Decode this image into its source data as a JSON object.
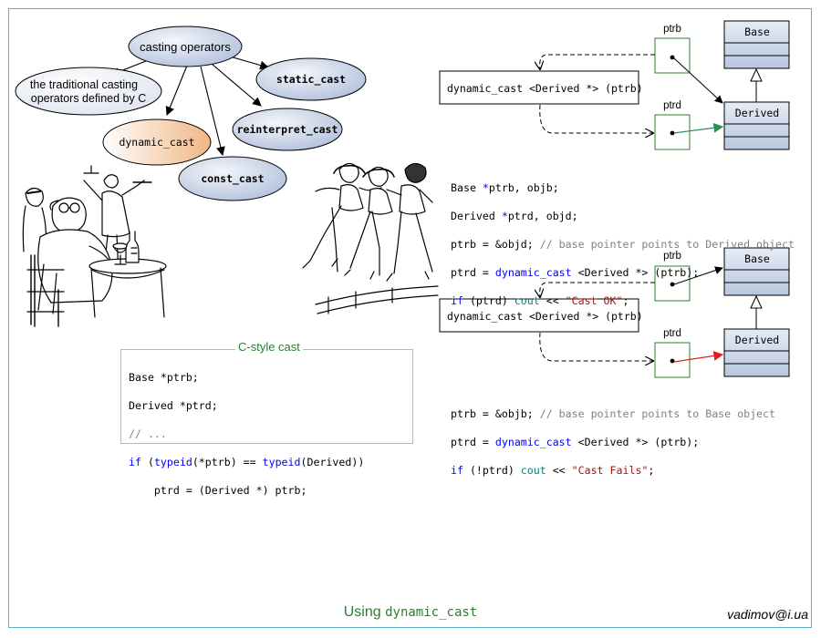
{
  "mindmap": {
    "root": "casting operators",
    "traditional": [
      "the traditional casting",
      "operators defined by C"
    ],
    "static_cast": "static_cast",
    "reinterpret_cast": "reinterpret_cast",
    "dynamic_cast": "dynamic_cast",
    "const_cast": "const_cast"
  },
  "top_diagram": {
    "cast_box": "dynamic_cast <Derived *> (ptrb)",
    "ptrb_label": "ptrb",
    "ptrd_label": "ptrd",
    "base_label": "Base",
    "derived_label": "Derived"
  },
  "top_code": {
    "line1_a": "Base ",
    "line1_b": "*",
    "line1_c": "ptrb, objb;",
    "line2_a": "Derived ",
    "line2_b": "*",
    "line2_c": "ptrd, objd;",
    "line3_a": "ptrb = &objd; ",
    "line3_comment": "// base pointer points to Derived object",
    "line4_a": "ptrd = ",
    "line4_kw": "dynamic_cast",
    "line4_b": " <Derived *> (ptrb);",
    "line5_kw": "if",
    "line5_a": " (ptrd) ",
    "line5_cout": "cout",
    "line5_b": " << ",
    "line5_str": "\"Cast OK\"",
    "line5_c": ";"
  },
  "bottom_diagram": {
    "cast_box": "dynamic_cast <Derived *> (ptrb)",
    "ptrb_label": "ptrb",
    "ptrd_label": "ptrd",
    "base_label": "Base",
    "derived_label": "Derived"
  },
  "bottom_code": {
    "line1_a": "ptrb = &objb; ",
    "line1_comment": "// base pointer points to Base object",
    "line2_a": "ptrd = ",
    "line2_kw": "dynamic_cast",
    "line2_b": " <Derived *> (ptrb);",
    "line3_kw": "if",
    "line3_a": " (!ptrd) ",
    "line3_cout": "cout",
    "line3_b": " << ",
    "line3_str": "\"Cast Fails\"",
    "line3_c": ";"
  },
  "cstyle": {
    "title": "C-style cast",
    "line1": "Base *ptrb;",
    "line2": "Derived *ptrd;",
    "line3": "// ...",
    "line4_kw": "if",
    "line4_a": " (",
    "line4_fn1": "typeid",
    "line4_b": "(*ptrb) == ",
    "line4_fn2": "typeid",
    "line4_c": "(Derived))",
    "line5": "    ptrd = (Derived *) ptrb;"
  },
  "caption": {
    "prefix": "Using ",
    "code": "dynamic_cast"
  },
  "author": "vadimov@i.ua",
  "colors": {
    "node_fill_light": "#eef2fa",
    "node_fill_dark": "#b5c4de",
    "highlight_fill": "#f0b98a",
    "uml_fill_top": "#dfe6f2",
    "uml_fill_bottom": "#b9c8e0",
    "pointer_box": "#2e7d32",
    "ok_arrow": "#2e8b57",
    "fail_arrow": "#e02020",
    "frame": "#5cb0c8"
  }
}
